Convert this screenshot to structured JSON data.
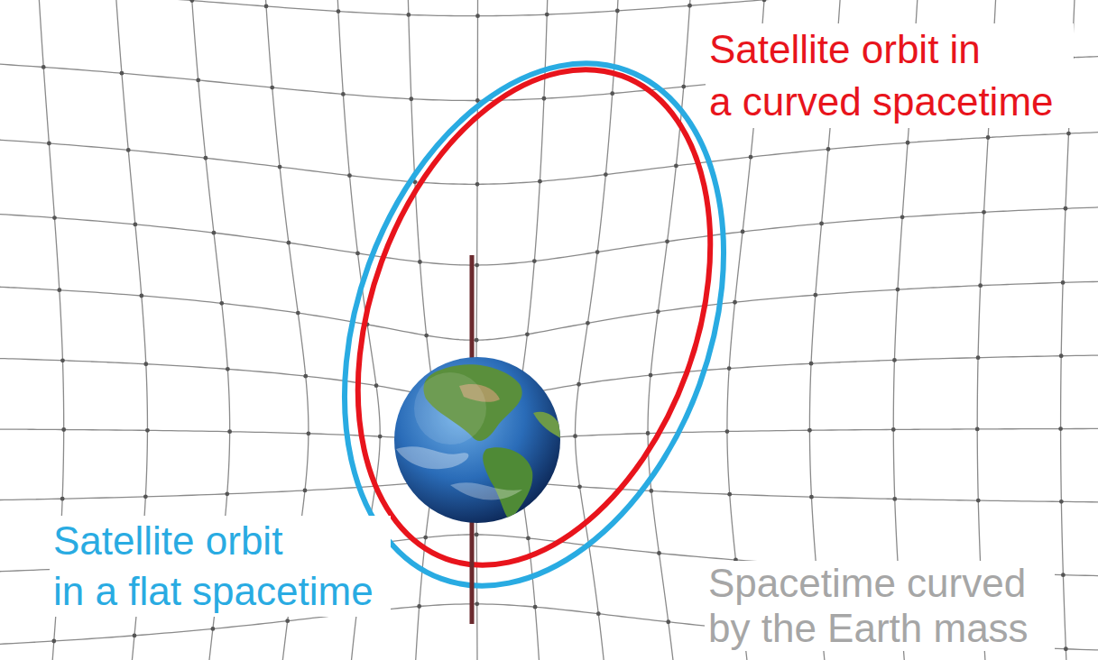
{
  "diagram": {
    "labels": [
      "Satellite orbit in a curved spacetime",
      "Satellite orbit in a flat spacetime",
      "Spacetime curved by the Earth mass"
    ]
  }
}
